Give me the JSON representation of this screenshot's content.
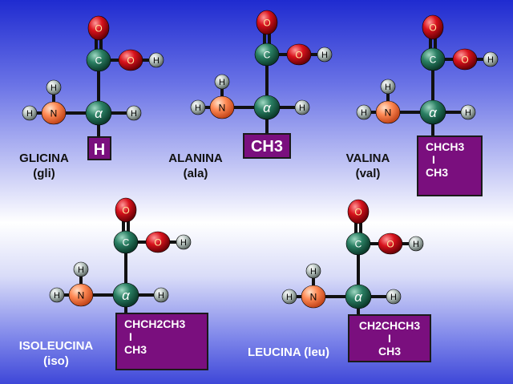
{
  "atoms": {
    "C": "C",
    "O": "O",
    "H": "H",
    "N": "N",
    "alpha": "α"
  },
  "amino_acids": [
    {
      "id": "glicina",
      "name": "GLICINA",
      "abbr": "(gli)",
      "side": [
        "H"
      ]
    },
    {
      "id": "alanina",
      "name": "ALANINA",
      "abbr": "(ala)",
      "side": [
        "CH3"
      ]
    },
    {
      "id": "valina",
      "name": "VALINA",
      "abbr": "(val)",
      "side": [
        "CHCH3",
        "I",
        "CH3"
      ]
    },
    {
      "id": "isoleucina",
      "name": "ISOLEUCINA",
      "abbr": "(iso)",
      "side": [
        "CHCH2CH3",
        "I",
        "CH3"
      ]
    },
    {
      "id": "leucina",
      "name": "LEUCINA (leu)",
      "abbr": "",
      "side": [
        "CH2CHCH3",
        "I",
        "CH3"
      ]
    }
  ],
  "colors": {
    "carbon": "#1e6b52",
    "oxygen": "#d0101a",
    "nitrogen": "#ff8a55",
    "hydrogen": "#b8c4c0",
    "side_box": "#7a0f7e",
    "bond": "#111111"
  }
}
